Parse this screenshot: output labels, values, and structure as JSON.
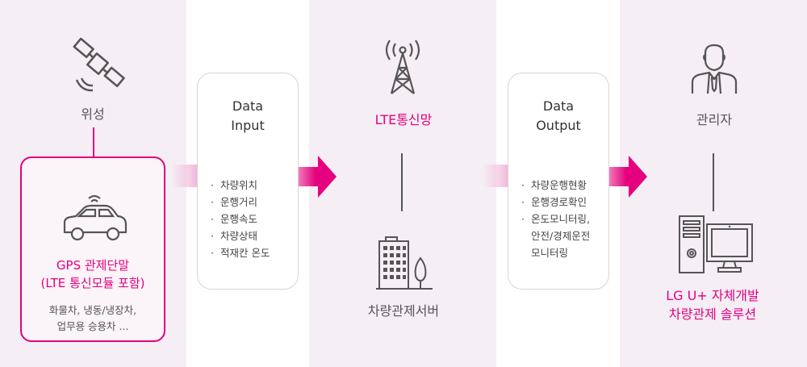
{
  "satellite": {
    "label": "위성"
  },
  "terminal": {
    "title_line1": "GPS 관제단말",
    "title_line2": "(LTE 통신모듈 포함)",
    "desc_line1": "화물차, 냉동/냉장차,",
    "desc_line2": "업무용 승용차 ..."
  },
  "input_box": {
    "title_line1": "Data",
    "title_line2": "Input",
    "items": [
      "차량위치",
      "운행거리",
      "운행속도",
      "차량상태",
      "적재칸 온도"
    ]
  },
  "network": {
    "label": "LTE통신망"
  },
  "server": {
    "label": "차량관제서버"
  },
  "output_box": {
    "title_line1": "Data",
    "title_line2": "Output",
    "items": [
      "차량운행현황",
      "운행경로확인",
      "온도모니터링,",
      "안전/경제운전",
      "모니터링"
    ]
  },
  "admin": {
    "label": "관리자"
  },
  "solution": {
    "line1": "LG U+ 자체개발",
    "line2": "차량관제 솔루션"
  },
  "colors": {
    "accent": "#e4007f",
    "band_pink": "#f5eef5",
    "band_white": "#ffffff"
  }
}
